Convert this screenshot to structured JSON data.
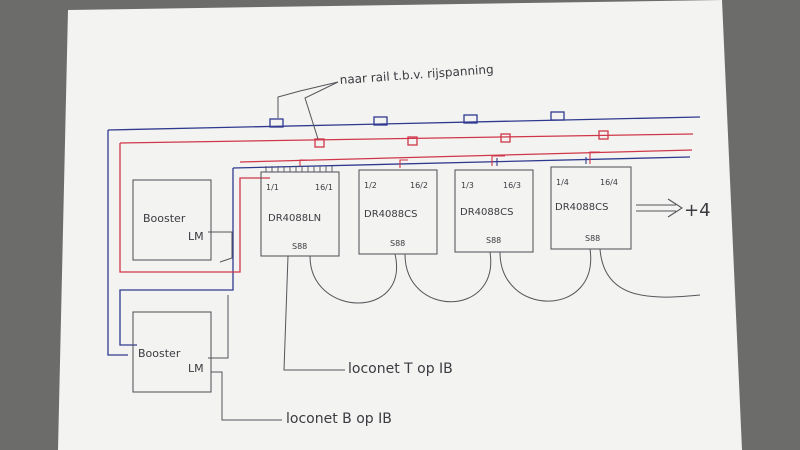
{
  "annotation_top": "naar rail t.b.v. rijspanning",
  "boosters": [
    {
      "line1": "Booster",
      "line2": "LM"
    },
    {
      "line1": "Booster",
      "line2": "LM"
    }
  ],
  "modules": [
    {
      "left": "1/1",
      "right": "16/1",
      "name": "DR4088LN",
      "bottom": "S88"
    },
    {
      "left": "1/2",
      "right": "16/2",
      "name": "DR4088CS",
      "bottom": "S88"
    },
    {
      "left": "1/3",
      "right": "16/3",
      "name": "DR4088CS",
      "bottom": "S88"
    },
    {
      "left": "1/4",
      "right": "16/4",
      "name": "DR4088CS",
      "bottom": "S88"
    }
  ],
  "extra_modules": "+4",
  "loconet_t": "loconet T op IB",
  "loconet_b": "loconet B op IB",
  "colors": {
    "blue_wire": "#2f3a8f",
    "red_wire": "#d0364a",
    "pencil": "#55555a",
    "paper": "#f4f5f2"
  }
}
